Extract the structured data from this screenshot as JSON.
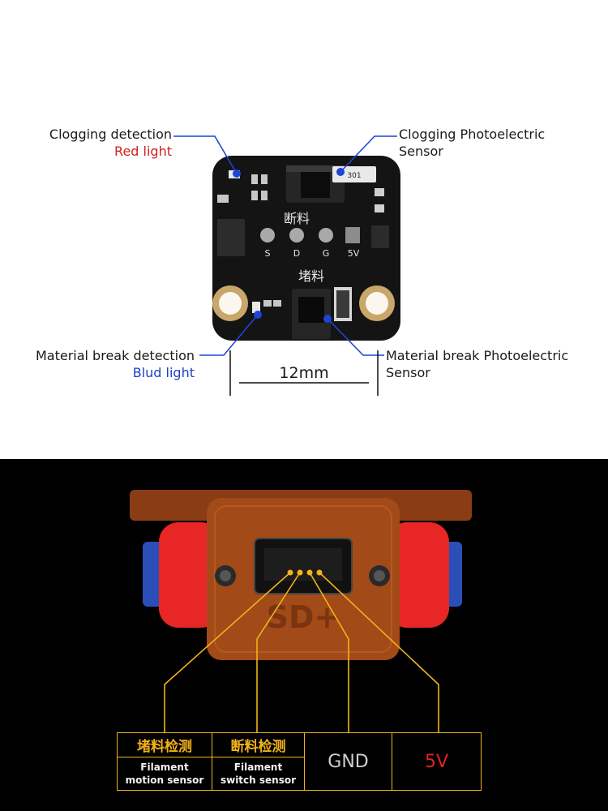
{
  "callouts": {
    "clog_led_title": "Clogging detection",
    "clog_led_color": "Red light",
    "clog_sensor_line1": "Clogging Photoelectric",
    "clog_sensor_line2": "Sensor",
    "break_led_title": "Material break detection",
    "break_led_color": "Blud light",
    "break_sensor_line1": "Material break Photoelectric",
    "break_sensor_line2": "Sensor",
    "dimension": "12mm"
  },
  "board": {
    "silk_break": "断料",
    "silk_clog": "堵料",
    "pin_s": "S",
    "pin_d": "D",
    "pin_g": "G",
    "pin_5v": "5V",
    "chip_code": "301"
  },
  "housing": {
    "emboss": "SD+"
  },
  "pinout": [
    {
      "cn": "堵料检测",
      "en_line1": "Filament",
      "en_line2": "motion sensor"
    },
    {
      "cn": "断料检测",
      "en_line1": "Filament",
      "en_line2": "switch sensor"
    },
    {
      "label": "GND"
    },
    {
      "label": "5V"
    }
  ],
  "colors": {
    "callout_line": "#1f45d6",
    "red_text": "#d21f1f",
    "blue_text": "#1f3fc8",
    "accent_gold": "#f0b31a",
    "pcb": "#151515",
    "housing": "#a24a18",
    "tube": "#e82626",
    "fitting": "#2a4fb8"
  },
  "icons": {
    "board": "sensor-pcb-illustration",
    "module": "printed-housing-illustration"
  }
}
